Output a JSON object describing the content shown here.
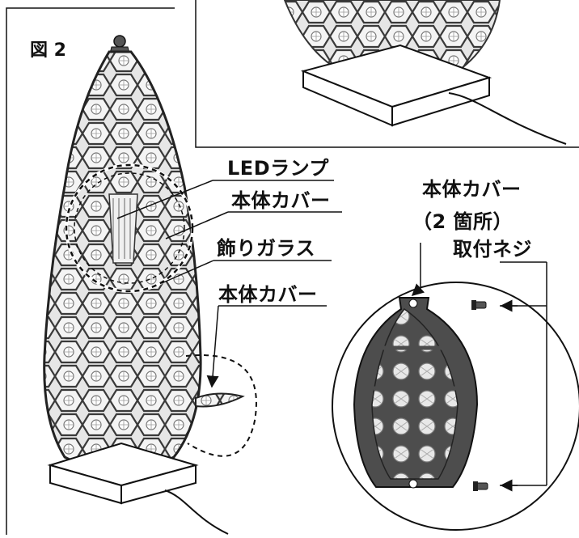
{
  "figure": {
    "title": "図 2"
  },
  "labels": {
    "led_lamp": "LEDランプ",
    "body_cover_1": "本体カバー",
    "glass": "飾りガラス",
    "body_cover_2": "本体カバー",
    "body_cover_right": "本体カバー",
    "count": "（2 箇所）",
    "screw": "取付ネジ"
  },
  "colors": {
    "ink": "#111111",
    "frame": "#4a4a4a",
    "glass": "#d9d9d9",
    "base": "#ffffff"
  }
}
